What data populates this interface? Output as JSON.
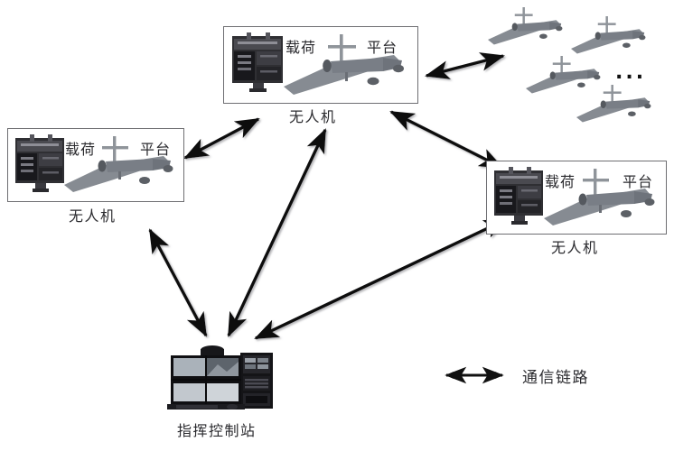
{
  "diagram": {
    "title_text": "",
    "background": "#ffffff",
    "arrow_color": "#111111",
    "box_border_color": "#6e6e72",
    "aircraft_color": "#8b9096",
    "payload_color": "#3a3a3e"
  },
  "nodes": [
    {
      "id": "uav-left",
      "caption": "无人机",
      "payload_label": "载荷",
      "platform_label": "平台",
      "payload_icon": "engine-module-icon",
      "platform_icon": "uav-aircraft-icon"
    },
    {
      "id": "uav-top",
      "caption": "无人机",
      "payload_label": "载荷",
      "platform_label": "平台",
      "payload_icon": "engine-module-icon",
      "platform_icon": "uav-aircraft-icon"
    },
    {
      "id": "uav-right",
      "caption": "无人机",
      "payload_label": "载荷",
      "platform_label": "平台",
      "payload_icon": "engine-module-icon",
      "platform_icon": "uav-aircraft-icon"
    }
  ],
  "swarm": {
    "id": "uav-swarm",
    "aircraft_count": 4,
    "ellipsis": "...",
    "icon": "uav-aircraft-icon"
  },
  "ground_station": {
    "id": "ground-control-station",
    "caption": "指挥控制站",
    "icon": "control-console-icon",
    "monitor_count": 4
  },
  "legend": {
    "label": "通信链路",
    "symbol": "double-headed-arrow"
  },
  "links": [
    {
      "from": "uav-top",
      "to": "uav-left",
      "type": "通信链路"
    },
    {
      "from": "uav-top",
      "to": "uav-swarm",
      "type": "通信链路"
    },
    {
      "from": "uav-top",
      "to": "uav-right",
      "type": "通信链路"
    },
    {
      "from": "uav-top",
      "to": "ground-control-station",
      "type": "通信链路"
    },
    {
      "from": "uav-left",
      "to": "ground-control-station",
      "type": "通信链路"
    },
    {
      "from": "uav-right",
      "to": "ground-control-station",
      "type": "通信链路"
    }
  ]
}
